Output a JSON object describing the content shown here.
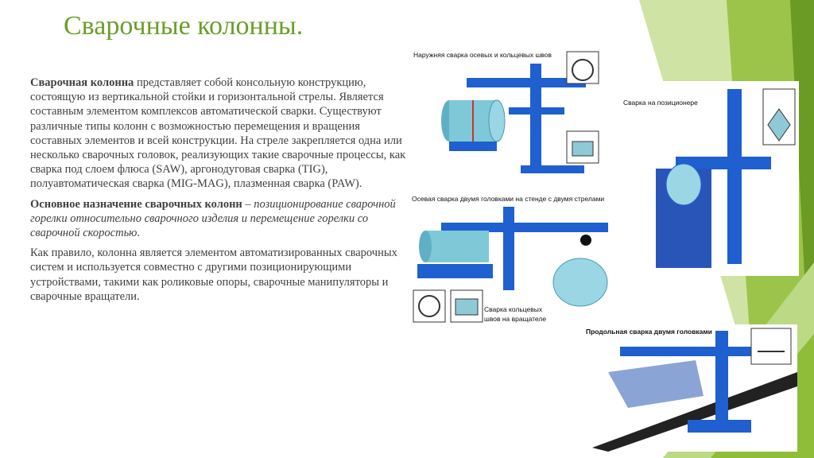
{
  "slide": {
    "title": "Сварочные колонны.",
    "paragraph1_lead": "Сварочная колонна",
    "paragraph1_rest": " представляет собой консольную конструкцию, состоящую из вертикальной стойки и горизонтальной стрелы. Является составным элементом комплексов автоматической сварки. Существуют различные типы колонн с возможностью перемещения и вращения составных элементов и всей конструкции. На стреле закрепляется одна или несколько сварочных головок, реализующих такие сварочные процессы, как сварка под слоем флюса (SAW), аргонодуговая сварка (TIG), полуавтоматическая сварка (MIG-MAG), плазменная сварка (PAW).",
    "paragraph2_lead": "Основное назначение сварочных колонн",
    "paragraph2_dash": " –",
    "paragraph2_italic": "позиционирование сварочной горелки относительно сварочного изделия и перемещение горелки со сварочной скоростью",
    "paragraph2_end": ".",
    "paragraph3": "Как правило, колонна является элементом автоматизированных сварочных систем и используется совместно с другими позиционирующими устройствами, такими как роликовые опоры, сварочные манипуляторы и сварочные вращатели."
  },
  "figures": {
    "fig1_caption": "Наружняя сварка осевых и кольцевых швов",
    "fig2_caption": "Сварка на позиционере",
    "fig3_caption": "Осевая сварка двумя головками на стенде с двумя стрелами",
    "fig3_caption2_line1": "Сварка кольцевых",
    "fig3_caption2_line2": "швов на вращателе",
    "fig4_caption": "Продольная сварка двумя головками"
  },
  "colors": {
    "title": "#6a9e2a",
    "machine_blue": "#1f5fd0",
    "pipe_cyan": "#7fc8d8",
    "deco_green_light": "#a6cc52",
    "deco_green_dark": "#5e8f1f"
  }
}
